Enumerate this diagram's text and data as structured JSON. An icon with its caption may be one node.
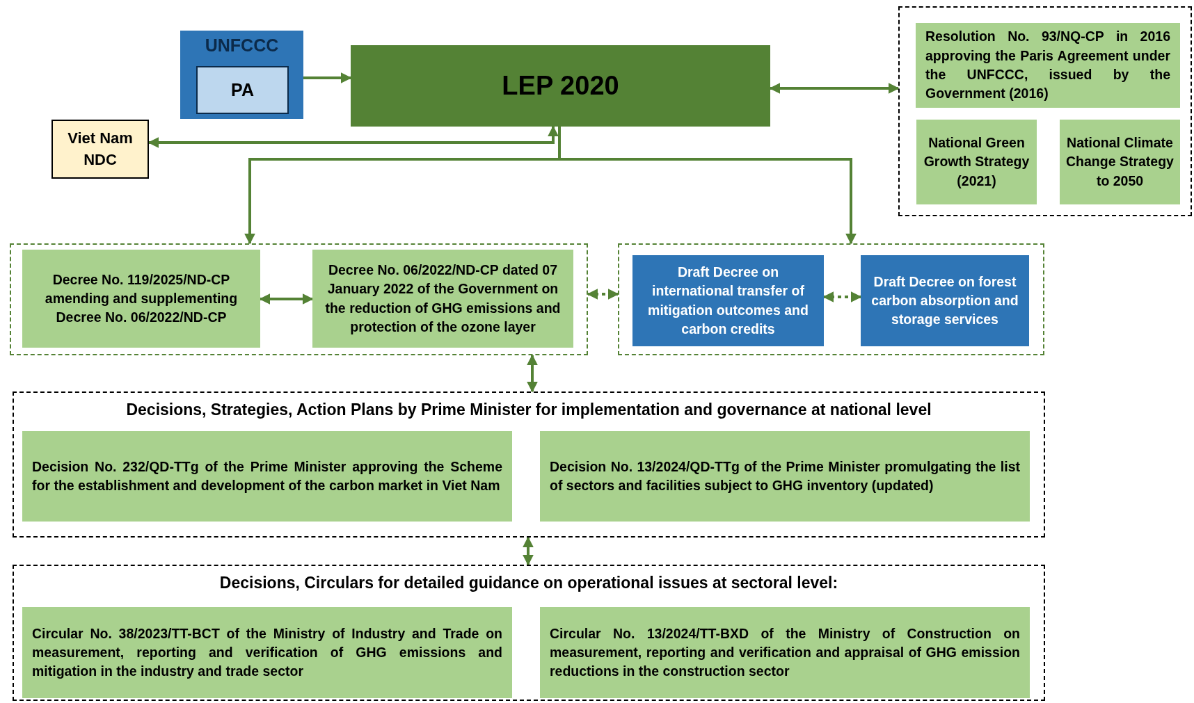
{
  "diagram": {
    "nodes": [
      {
        "text": [
          "UNFCCC"
        ]
      },
      {
        "text": [
          "PA"
        ],
        "in": 0
      },
      {
        "text": [
          "LEP 2020"
        ]
      },
      {
        "text": [
          "Viet Nam NDC"
        ]
      },
      {
        "text": [],
        "shape": "box"
      },
      {
        "text": [
          "Resolution No. 93/NQ-CP in 2016 approving the Paris Agreement under the UNFCCC, issued by the Government (2016)"
        ],
        "in": 4
      },
      {
        "text": [
          "National Green Growth Strategy (2021)"
        ],
        "in": 4
      },
      {
        "text": [
          "National Climate Change Strategy to 2050"
        ],
        "in": 4
      },
      {
        "text": [],
        "shape": "box"
      },
      {
        "text": [
          "Decree No. 119/2025/ND-CP amending and supplementing Decree No. 06/2022/ND-CP"
        ],
        "in": 8
      },
      {
        "text": [
          "Decree No. 06/2022/ND-CP dated 07 January 2022 of the Government on the reduction of GHG emissions and protection of the ozone layer"
        ],
        "in": 8
      },
      {
        "text": [],
        "shape": "box"
      },
      {
        "text": [
          "Draft Decree on international transfer of mitigation outcomes and carbon credits"
        ],
        "in": 11
      },
      {
        "text": [
          "Draft Decree on forest carbon absorption and storage services"
        ],
        "in": 11
      },
      {
        "text": [
          "Decisions, Strategies, Action Plans by Prime Minister for implementation and governance at national level"
        ]
      },
      {
        "text": [
          "Decision No. 232/QD-TTg of the Prime Minister approving the Scheme for the establishment and development of the carbon market in Viet Nam"
        ],
        "in": 14
      },
      {
        "text": [
          "Decision No. 13/2024/QD-TTg of the Prime Minister promulgating the list of sectors and facilities subject to GHG inventory (updated)"
        ],
        "in": 14
      },
      {
        "text": [
          "Decisions, Circulars for detailed guidance on operational issues at sectoral level:"
        ]
      },
      {
        "text": [
          "Circular No. 38/2023/TT-BCT of the Ministry of Industry and Trade on measurement, reporting and verification of GHG emissions and mitigation in the industry and trade sector"
        ],
        "in": 17
      },
      {
        "text": [
          "Circular No. 13/2024/TT-BXD of the Ministry of Construction on measurement, reporting and verification and appraisal of GHG emission reductions in the construction sector"
        ],
        "in": 17
      }
    ],
    "edges": [
      {
        "from": 0,
        "to": 2,
        "arrow": "to"
      },
      {
        "from": 2,
        "to": 4,
        "arrow": "both"
      },
      {
        "from": 3,
        "to": 2,
        "arrow": "both"
      },
      {
        "from": 2,
        "to": 8,
        "arrow": "to"
      },
      {
        "from": 2,
        "to": 11,
        "arrow": "to"
      },
      {
        "from": 9,
        "to": 10,
        "arrow": "both"
      },
      {
        "from": 8,
        "to": 11,
        "arrow": "both",
        "style": "dashed"
      },
      {
        "from": 12,
        "to": 13,
        "arrow": "both",
        "style": "dashed"
      },
      {
        "from": 8,
        "to": 14,
        "arrow": "both"
      },
      {
        "from": 14,
        "to": 17,
        "arrow": "both"
      }
    ]
  }
}
